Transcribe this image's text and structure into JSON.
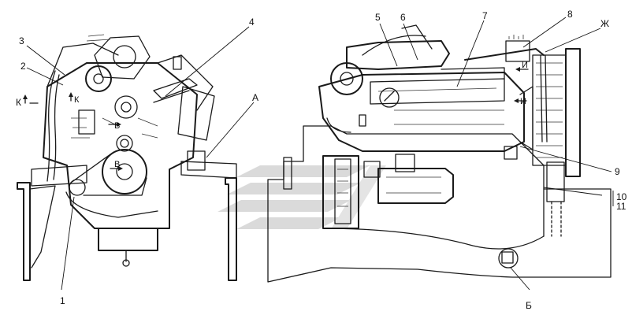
{
  "diagram": {
    "watermark_icon": "stripe-logo-watermark",
    "callouts": [
      {
        "id": "1",
        "text": "1"
      },
      {
        "id": "2",
        "text": "2"
      },
      {
        "id": "3",
        "text": "3"
      },
      {
        "id": "4",
        "text": "4"
      },
      {
        "id": "5",
        "text": "5"
      },
      {
        "id": "6",
        "text": "6"
      },
      {
        "id": "7",
        "text": "7"
      },
      {
        "id": "8",
        "text": "8"
      },
      {
        "id": "9",
        "text": "9"
      },
      {
        "id": "10",
        "text": "10"
      },
      {
        "id": "11",
        "text": "11"
      }
    ],
    "letters": {
      "A": "А",
      "B": "Б",
      "V1": "В",
      "V2": "В",
      "K_left": "К",
      "K_inner": "К",
      "I_upper": "И",
      "I_lower": "И",
      "Zh": "Ж"
    }
  }
}
